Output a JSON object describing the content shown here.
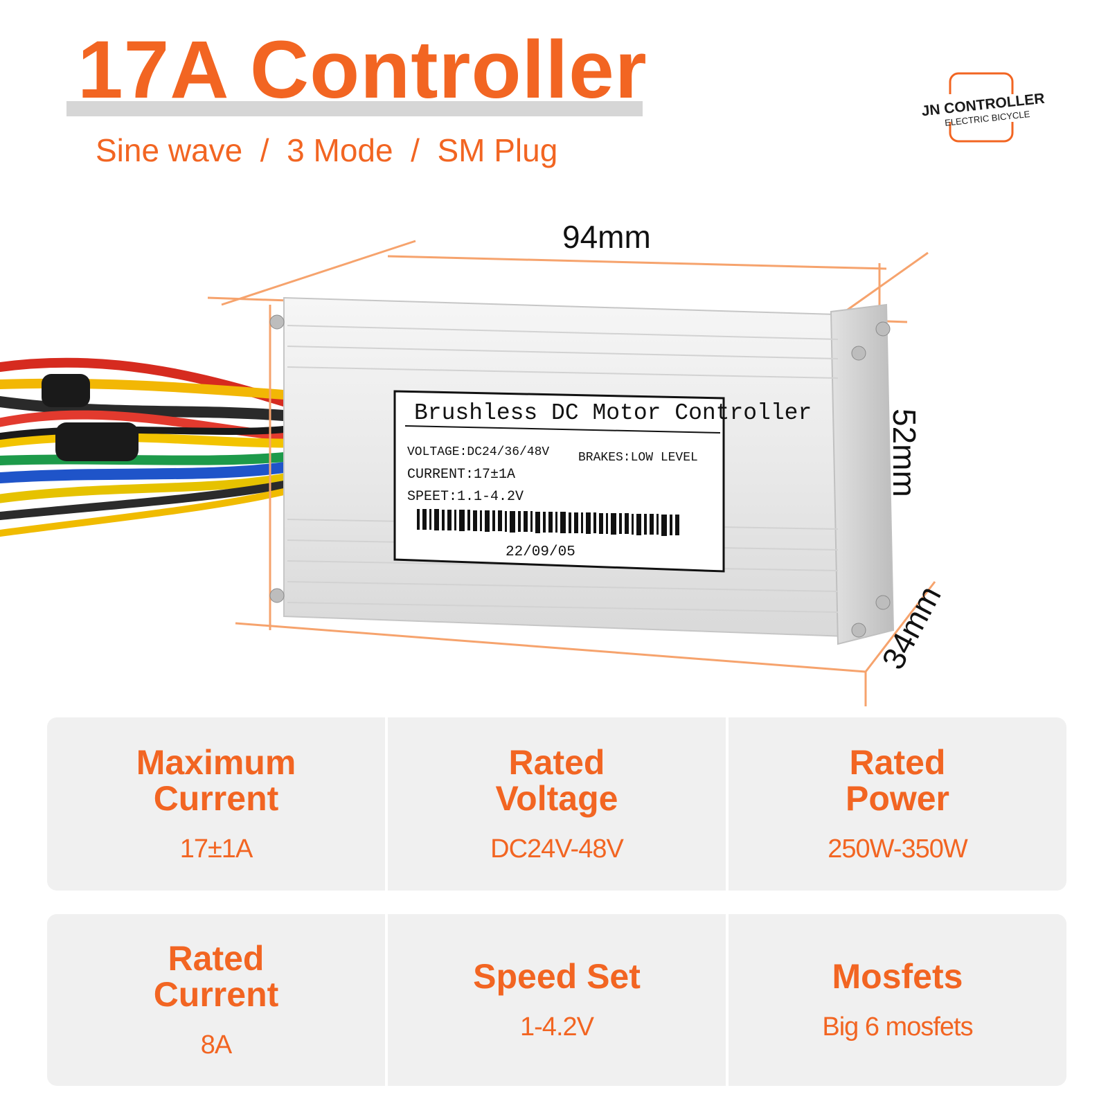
{
  "header": {
    "title": "17A Controller",
    "subtitle": "Sine wave  /  3 Mode  /  SM Plug"
  },
  "logo": {
    "line1": "JN CONTROLLER",
    "line2": "ELECTRIC BICYCLE"
  },
  "dimensions": {
    "length": "94mm",
    "height": "52mm",
    "depth": "34mm"
  },
  "device_label": {
    "heading": "Brushless DC Motor Controller",
    "voltage": "VOLTAGE:DC24/36/48V",
    "brakes": "BRAKES:LOW LEVEL",
    "current": "CURRENT:17±1A",
    "speed": "SPEET:1.1-4.2V",
    "date": "22/09/05"
  },
  "specs": [
    {
      "label": "Maximum Current",
      "value": "17±1A"
    },
    {
      "label": "Rated Voltage",
      "value": "DC24V-48V"
    },
    {
      "label": "Rated Power",
      "value": "250W-350W"
    },
    {
      "label": "Rated Current",
      "value": "8A"
    },
    {
      "label": "Speed Set",
      "value": "1-4.2V"
    },
    {
      "label": "Mosfets",
      "value": "Big 6 mosfets"
    }
  ],
  "colors": {
    "accent": "#f26522",
    "panel": "#f0f0f0",
    "title_bar": "#d6d6d6"
  }
}
